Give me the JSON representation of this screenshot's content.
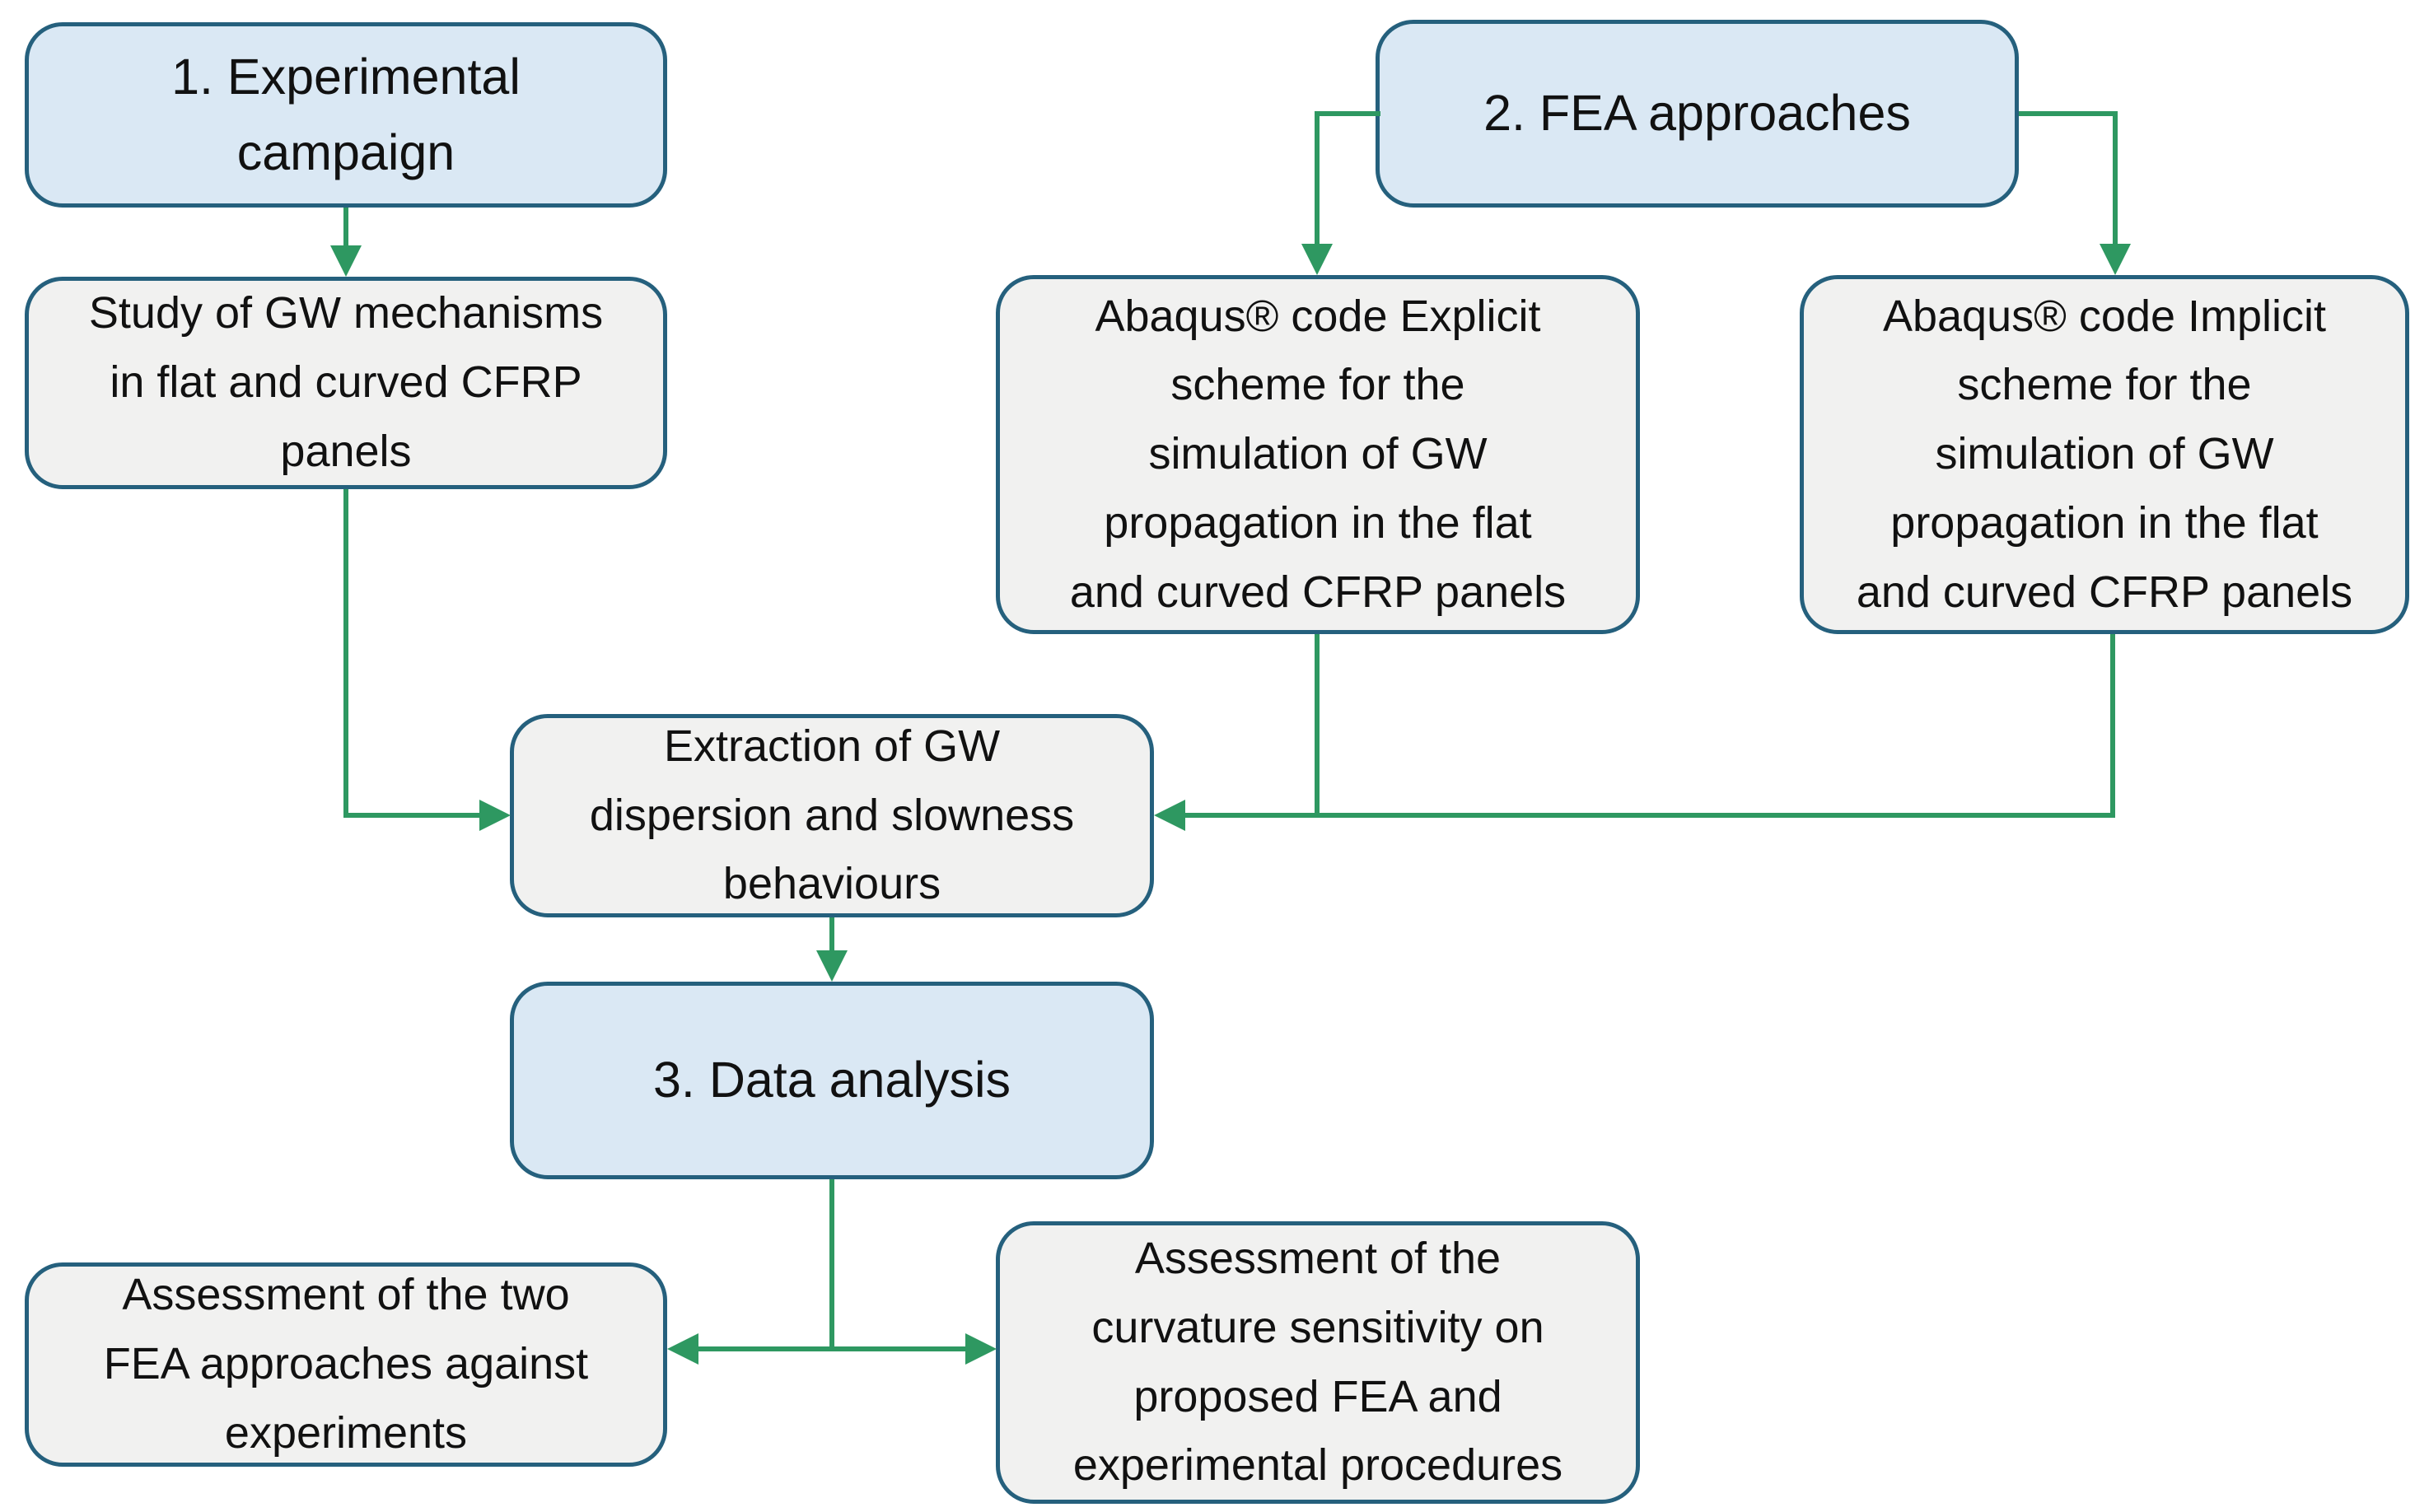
{
  "diagram": {
    "type": "flowchart",
    "colors": {
      "primary_node_fill": "#dae8f4",
      "secondary_node_fill": "#f1f1f0",
      "node_border": "#25607d",
      "arrow": "#2e9861",
      "text": "#111111",
      "background": "#ffffff"
    },
    "nodes": {
      "experimental_campaign": {
        "label": "1. Experimental\ncampaign"
      },
      "fea_approaches": {
        "label": "2. FEA approaches"
      },
      "study_gw": {
        "label": "Study of GW mechanisms\nin flat and curved CFRP\npanels"
      },
      "abaqus_explicit": {
        "label": "Abaqus® code Explicit\nscheme for the\nsimulation of GW\npropagation in the flat\nand curved CFRP panels"
      },
      "abaqus_implicit": {
        "label": "Abaqus® code Implicit\nscheme for the\nsimulation of GW\npropagation in the flat\nand curved CFRP panels"
      },
      "extraction": {
        "label": "Extraction of GW\ndispersion and slowness\nbehaviours"
      },
      "data_analysis": {
        "label": "3. Data analysis"
      },
      "assessment_fea": {
        "label": "Assessment of the two\nFEA approaches against\nexperiments"
      },
      "assessment_curvature": {
        "label": "Assessment of the\ncurvature sensitivity on\nproposed FEA and\nexperimental procedures"
      }
    },
    "edges": [
      {
        "from": "experimental_campaign",
        "to": "study_gw"
      },
      {
        "from": "fea_approaches",
        "to": "abaqus_explicit"
      },
      {
        "from": "fea_approaches",
        "to": "abaqus_implicit"
      },
      {
        "from": "study_gw",
        "to": "extraction"
      },
      {
        "from": "abaqus_explicit",
        "to": "extraction"
      },
      {
        "from": "abaqus_implicit",
        "to": "extraction"
      },
      {
        "from": "extraction",
        "to": "data_analysis"
      },
      {
        "from": "data_analysis",
        "to": "assessment_fea"
      },
      {
        "from": "data_analysis",
        "to": "assessment_curvature"
      }
    ]
  }
}
